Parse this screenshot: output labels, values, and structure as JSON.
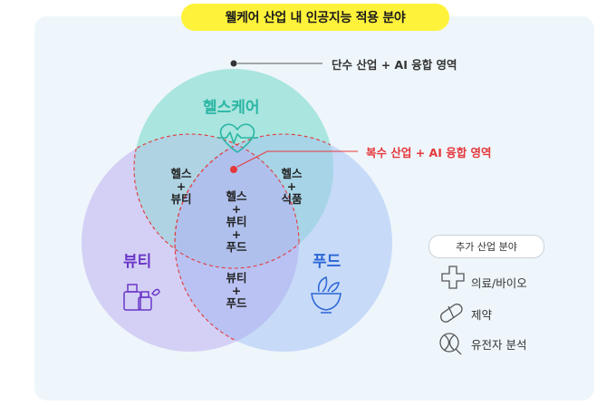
{
  "title": "웰케어 산업 내 인공지능 적용 분야",
  "circles": {
    "health": {
      "label": "헬스케어",
      "color": "#2bb6a4"
    },
    "beauty": {
      "label": "뷰티",
      "color": "#6a36c9"
    },
    "food": {
      "label": "푸드",
      "color": "#2a66d6"
    }
  },
  "intersections": {
    "health_beauty": [
      "헬스",
      "+",
      "뷰티"
    ],
    "health_food": [
      "헬스",
      "+",
      "식품"
    ],
    "all": [
      "헬스",
      "+",
      "뷰티",
      "+",
      "푸드"
    ],
    "beauty_food": [
      "뷰티",
      "+",
      "푸드"
    ]
  },
  "annotations": {
    "single": "단수 산업 + AI 융합 영역",
    "multiple": "복수 산업 + AI 융합 영역"
  },
  "legend": {
    "title": "추가 산업 분야",
    "items": [
      {
        "label": "의료/바이오",
        "icon": "medical-cross-icon"
      },
      {
        "label": "제약",
        "icon": "pill-icon"
      },
      {
        "label": "유전자 분석",
        "icon": "dna-icon"
      }
    ]
  },
  "colors": {
    "accent_yellow": "#fff23a",
    "annotation_red": "#e5383b",
    "panel_bg": "#eef6fb"
  }
}
